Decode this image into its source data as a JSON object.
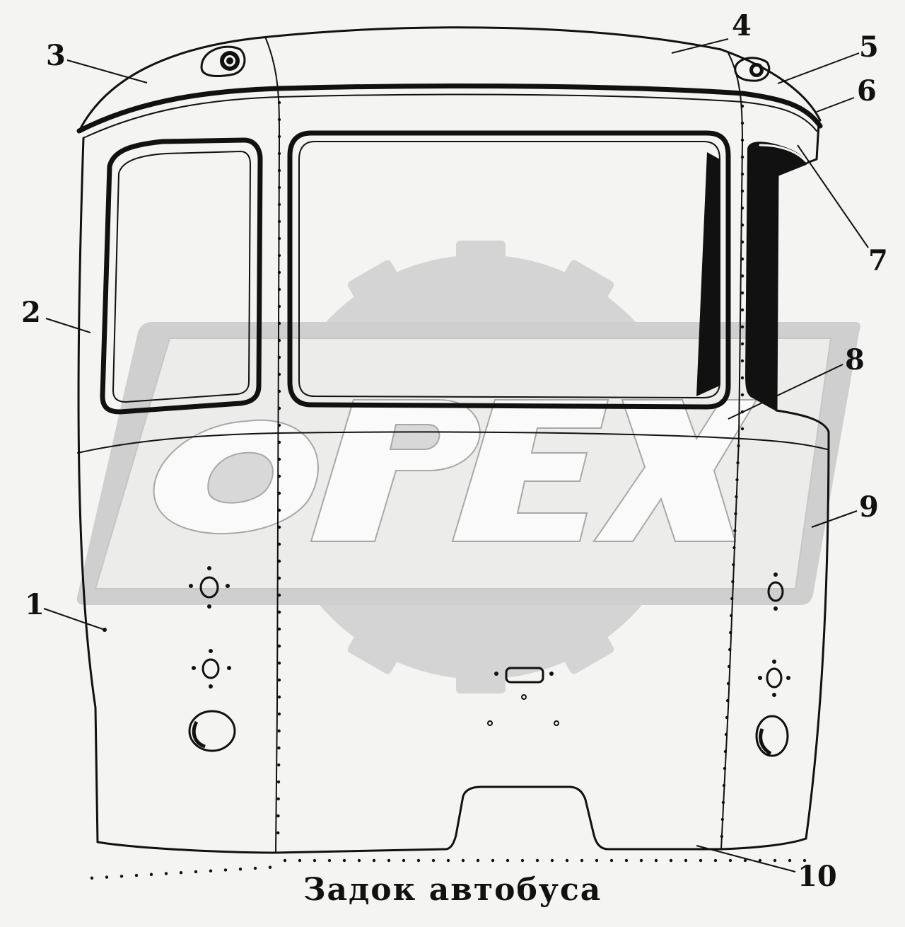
{
  "callouts": [
    {
      "id": 1,
      "label": "1"
    },
    {
      "id": 2,
      "label": "2"
    },
    {
      "id": 3,
      "label": "3"
    },
    {
      "id": 4,
      "label": "4"
    },
    {
      "id": 5,
      "label": "5"
    },
    {
      "id": 6,
      "label": "6"
    },
    {
      "id": 7,
      "label": "7"
    },
    {
      "id": 8,
      "label": "8"
    },
    {
      "id": 9,
      "label": "9"
    },
    {
      "id": 10,
      "label": "10"
    }
  ],
  "caption": "Задок автобуса",
  "watermark": {
    "text": "OPEX",
    "icon": "gear-watermark-icon"
  },
  "colors": {
    "line": "#111111",
    "paper": "#f4f4f2",
    "watermark": "#d2d2d2"
  }
}
